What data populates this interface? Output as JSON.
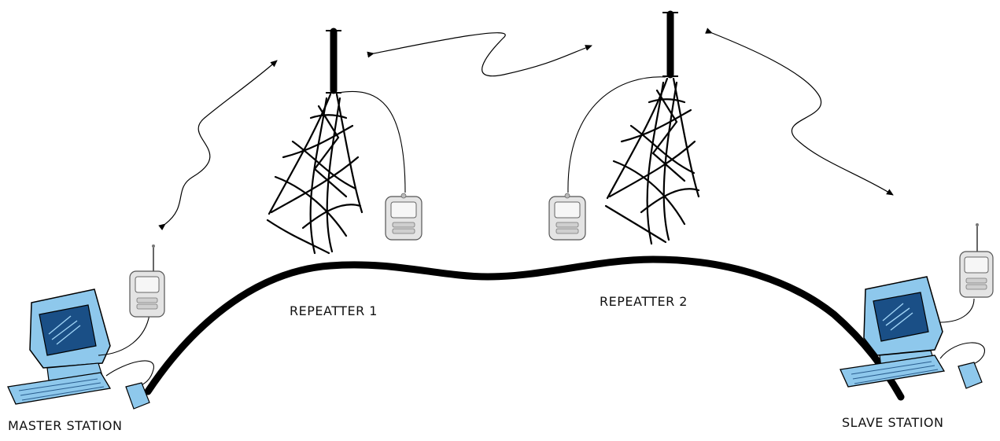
{
  "labels": {
    "master_station": "MASTER STATION",
    "slave_station": "SLAVE STATION",
    "repeater_1": "REPEATTER 1",
    "repeater_2": "REPEATTER 2"
  },
  "colors": {
    "monitor_blue": "#8ec8ec",
    "screen_dark": "#1a4f86",
    "radio_gray": "#d8d8d8",
    "line": "#000000"
  },
  "icons": [
    "computer-icon",
    "radio-transceiver-icon",
    "radio-tower-icon",
    "antenna-icon",
    "mouse-icon",
    "wireless-link-arrow"
  ]
}
